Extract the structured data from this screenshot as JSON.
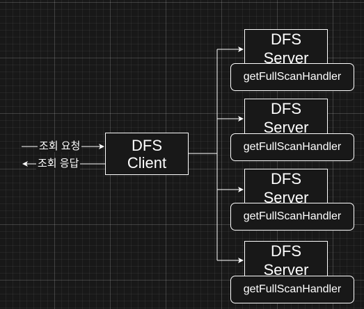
{
  "client": {
    "line1": "DFS",
    "line2": "Client"
  },
  "servers": [
    {
      "title_line1": "DFS",
      "title_line2": "Server",
      "handler": "getFullScanHandler"
    },
    {
      "title_line1": "DFS",
      "title_line2": "Server",
      "handler": "getFullScanHandler"
    },
    {
      "title_line1": "DFS",
      "title_line2": "Server",
      "handler": "getFullScanHandler"
    },
    {
      "title_line1": "DFS",
      "title_line2": "Server",
      "handler": "getFullScanHandler"
    }
  ],
  "request_label": "조회 요청",
  "response_label": "조회 응답",
  "colors": {
    "background": "#181818",
    "stroke": "#ffffff",
    "text": "#ffffff"
  }
}
